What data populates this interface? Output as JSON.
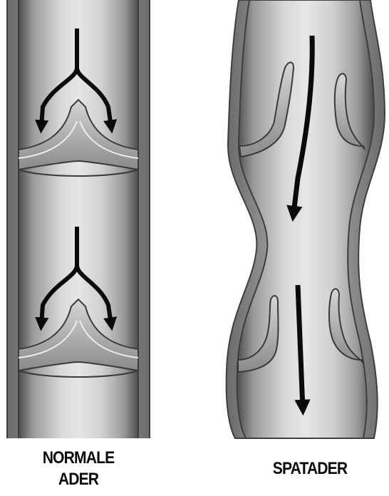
{
  "labels": {
    "normal_vein": {
      "line1": "NORMALE",
      "line2": "ADER"
    },
    "varicose_vein": {
      "line1": "SPATADER"
    }
  },
  "colors": {
    "vein_wall": "#7a7a7a",
    "vein_inner": "#cfcfcf",
    "vein_shadow": "#5a5a5a",
    "arrow": "#0a0a0a",
    "background": "#ffffff"
  },
  "icons": {
    "flow_arrow": "curved-arrow",
    "valve": "vein-valve"
  }
}
